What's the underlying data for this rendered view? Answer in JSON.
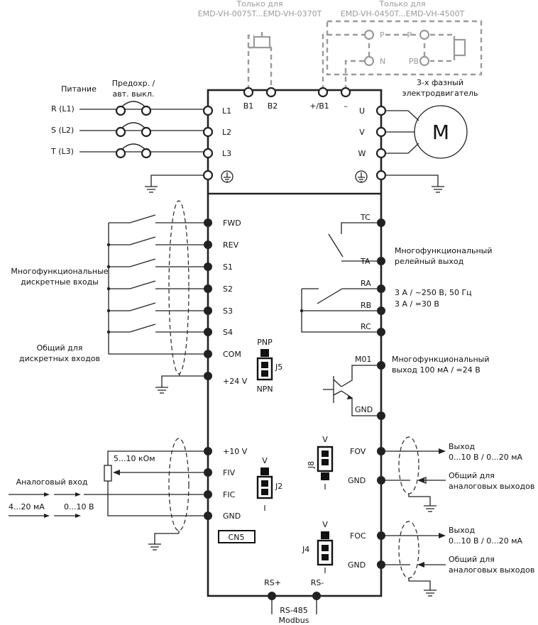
{
  "top_notes": {
    "left_line1": "Только для",
    "left_line2": "EMD-VH-0075T...EMD-VH-0370T",
    "right_line1": "Только для",
    "right_line2": "EMD-VH-0450T...EMD-VH-4500T"
  },
  "power": {
    "title": "Питание",
    "fuse_line1": "Предохр. /",
    "fuse_line2": "авт. выкл.",
    "phases": [
      "R (L1)",
      "S (L2)",
      "T (L3)"
    ]
  },
  "input_terminals": [
    "L1",
    "L2",
    "L3"
  ],
  "brake_terminals": [
    "B1",
    "B2",
    "+/B1",
    "–"
  ],
  "option_terminals": [
    "P",
    "N",
    "P",
    "PB"
  ],
  "motor": {
    "title_line1": "3-х фазный",
    "title_line2": "электродвигатель",
    "symbol": "M",
    "terminals": [
      "U",
      "V",
      "W"
    ]
  },
  "digital_inputs": {
    "label_line1": "Многофункциональные",
    "label_line2": "дискретные входы",
    "terminals": [
      "FWD",
      "REV",
      "S1",
      "S2",
      "S3",
      "S4"
    ],
    "common_line1": "Общий для",
    "common_line2": "дискретных входов",
    "com": "COM",
    "plus24": "+24 V"
  },
  "j5": {
    "top": "PNP",
    "name": "J5",
    "bottom": "NPN"
  },
  "relay": {
    "terminals": [
      "TC",
      "TA",
      "RA",
      "RB",
      "RC"
    ],
    "label_line1": "Многофункциональный",
    "label_line2": "релейный выход",
    "rating_line1": "3 А / ~250 В, 50 Гц",
    "rating_line2": "3 А / =30 В"
  },
  "transistor": {
    "terminals": [
      "M01",
      "GND"
    ],
    "label_line1": "Многофункциональный",
    "label_line2": "выход 100 мА / =24 В"
  },
  "analog_in": {
    "pot": "5...10 кОм",
    "label": "Аналоговый вход",
    "range_current": "4...20 мА",
    "range_voltage": "0...10 В",
    "terminals": [
      "+10 V",
      "FIV",
      "FIC",
      "GND"
    ]
  },
  "j2": {
    "top": "V",
    "name": "J2",
    "bottom": "I"
  },
  "j8": {
    "top": "V",
    "name": "J8",
    "bottom": "I"
  },
  "j4": {
    "top": "V",
    "name": "J4",
    "bottom": "I"
  },
  "cn5": "CN5",
  "analog_out": {
    "fov": "FOV",
    "foc": "FOC",
    "gnd": "GND",
    "out_line1": "Выход",
    "out_line2": "0...10 В / 0...20 мА",
    "common_line1": "Общий для",
    "common_line2": "аналоговых выходов"
  },
  "rs485": {
    "plus": "RS+",
    "minus": "RS-",
    "label_line1": "RS-485",
    "label_line2": "Modbus"
  }
}
